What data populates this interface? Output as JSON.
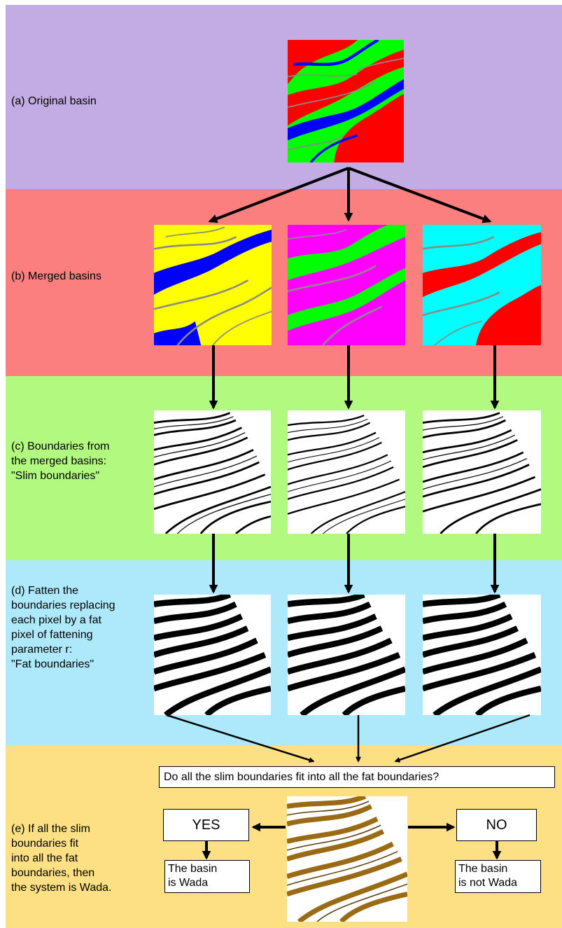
{
  "steps": {
    "a": "(a) Original basin",
    "b": "(b) Merged basins",
    "c": "(c) Boundaries from\nthe merged basins:\n\"Slim boundaries\"",
    "d": "(d) Fatten the\nboundaries replacing\neach pixel by a fat\npixel of fattening\nparameter r:\n\"Fat boundaries\"",
    "e": "(e) If all the slim\nboundaries fit\ninto all the fat\nboundaries, then\nthe system is Wada."
  },
  "question": "Do all the slim boundaries fit into all the fat boundaries?",
  "decision": {
    "yes": "YES",
    "no": "NO"
  },
  "results": {
    "wada": "The basin\nis Wada",
    "not_wada": "The basin\nis not Wada"
  },
  "colors": {
    "basin_red": "#ff0000",
    "basin_green": "#00ff00",
    "basin_blue": "#0000ff",
    "merged_yellow": "#ffff00",
    "merged_magenta": "#ff00ff",
    "merged_cyan": "#00ffff",
    "boundary_gray": "#8a8a8a",
    "boundary_black": "#000000",
    "overlay_brown": "#9a6a14"
  }
}
